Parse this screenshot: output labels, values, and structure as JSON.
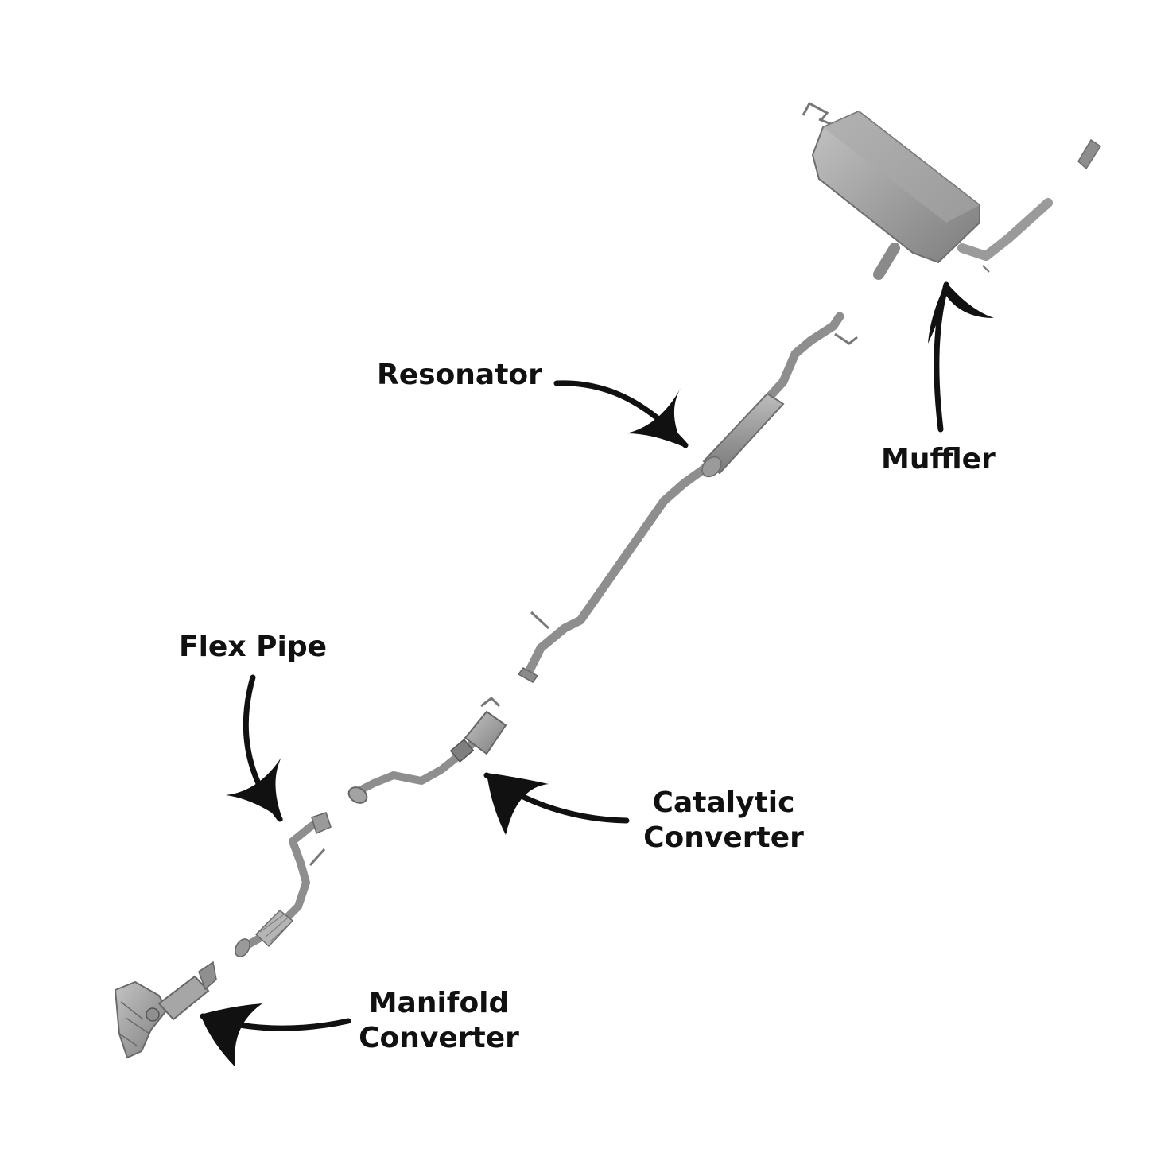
{
  "labels": {
    "resonator": "Resonator",
    "muffler": "Muffler",
    "flex_pipe": "Flex Pipe",
    "catalytic_converter": {
      "line1": "Catalytic",
      "line2": "Converter"
    },
    "manifold_converter": {
      "line1": "Manifold",
      "line2": "Converter"
    }
  },
  "colors": {
    "background": "#ffffff",
    "text": "#111111",
    "arrow": "#111111",
    "pipe": "#9a9a9a",
    "pipe_edge": "#6e6e6e",
    "muffler_body": "#8f8f8f"
  }
}
